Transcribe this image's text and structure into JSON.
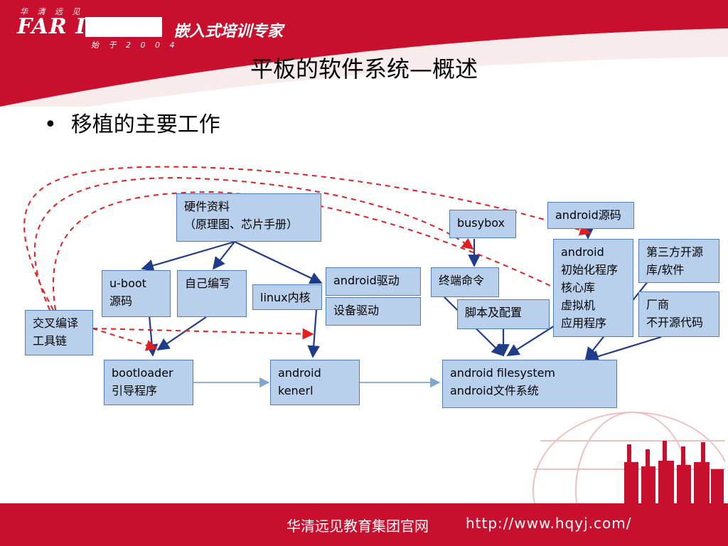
{
  "header": {
    "logo_top": "华 清 远 见",
    "logo_main": "FAR IGHT",
    "logo_bottom": "始 于 2 0 0 4",
    "slogan": "嵌入式培训专家"
  },
  "slide": {
    "title": "平板的软件系统—概述",
    "bullet": "移植的主要工作"
  },
  "boxes": {
    "hardware": "硬件资料\n（原理图、芯片手册）",
    "uboot": "u-boot\n源码",
    "self_write": "自己编写",
    "linux": "linux内核",
    "android_driver": "android驱动",
    "device_driver": "设备驱动",
    "busybox": "busybox",
    "terminal": "终端命令",
    "script": "脚本及配置",
    "android_src": "android源码",
    "android_init": "android\n初始化程序\n核心库\n虚拟机\n应用程序",
    "third_party": "第三方开源\n库/软件",
    "vendor": "厂商\n不开源代码",
    "toolchain": "交叉编译\n工具链",
    "bootloader": "bootloader\n引导程序",
    "kernel": "android\nkenerl",
    "filesystem": "android filesystem\nandroid文件系统"
  },
  "footer": {
    "org": "华清远见教育集团官网",
    "url": "http://www.hqyj.com/"
  },
  "colors": {
    "brand_red": "#c8102e",
    "box_fill": "#b8d0ec",
    "box_border": "#4f7fb5",
    "arrow_blue": "#1f3c8c",
    "arrow_red": "#e02020"
  }
}
